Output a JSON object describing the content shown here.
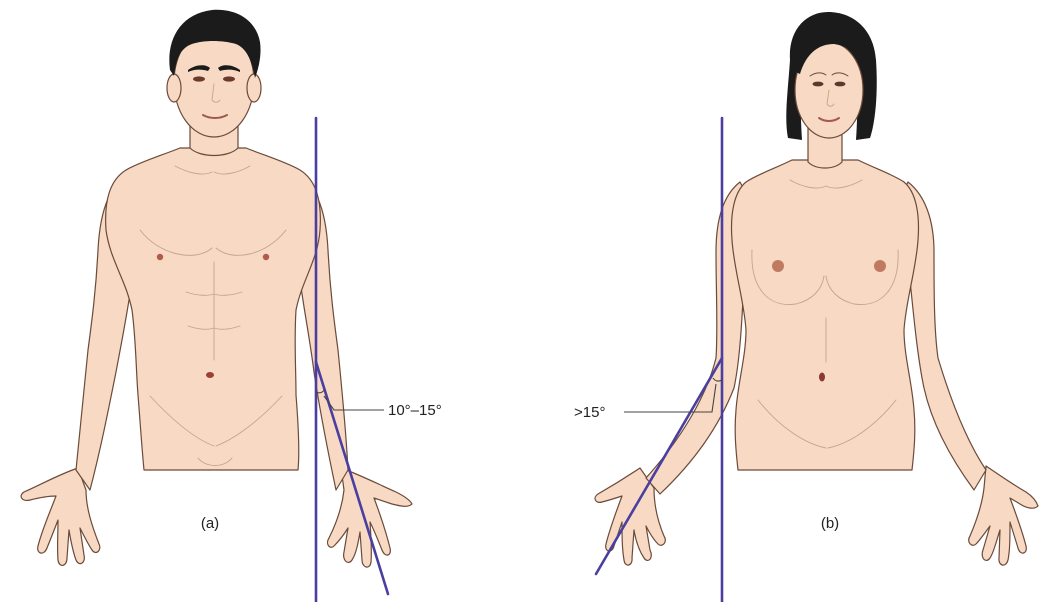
{
  "figure": {
    "panel_a": {
      "caption": "(a)",
      "angle_label": "10°–15°"
    },
    "panel_b": {
      "caption": "(b)",
      "angle_label": ">15°"
    }
  },
  "colors": {
    "reference_line": "#4a3fa0",
    "skin": "#f7d9c4",
    "outline": "#6b4a3a",
    "hair": "#1b1b1b",
    "background": "#ffffff"
  }
}
